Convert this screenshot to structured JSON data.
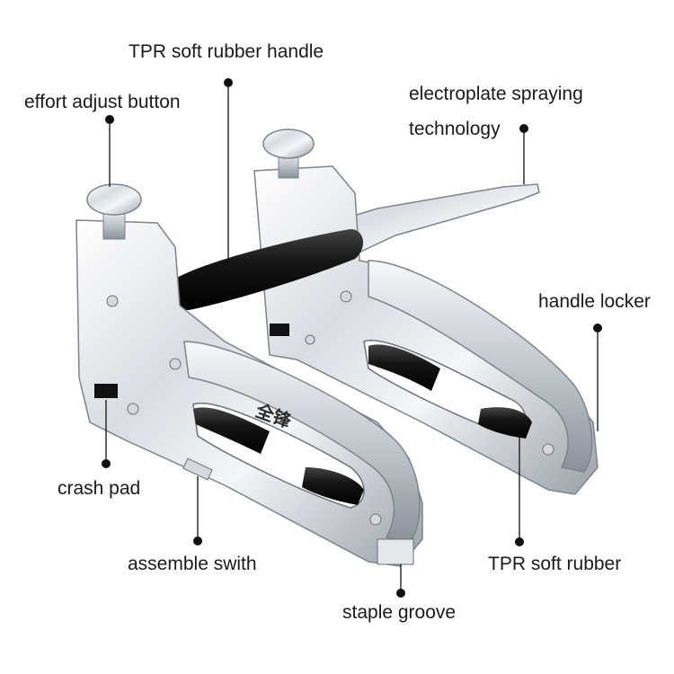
{
  "labels": {
    "tpr_handle": "TPR soft rubber handle",
    "effort_adjust": "effort adjust button",
    "electroplate_line1": "electroplate spraying",
    "electroplate_line2": "technology",
    "handle_locker": "handle locker",
    "crash_pad": "crash pad",
    "assemble_switch": "assemble swith",
    "tpr_rubber": "TPR soft rubber",
    "staple_groove": "staple groove"
  },
  "brand_mark": "全锋",
  "colors": {
    "background": "#ffffff",
    "text": "#1a1a1a",
    "leader": "#111111",
    "chrome_light": "#f2f4f6",
    "chrome_mid": "#c9ced4",
    "chrome_dark": "#7d848c",
    "rubber": "#1c1c1c"
  }
}
